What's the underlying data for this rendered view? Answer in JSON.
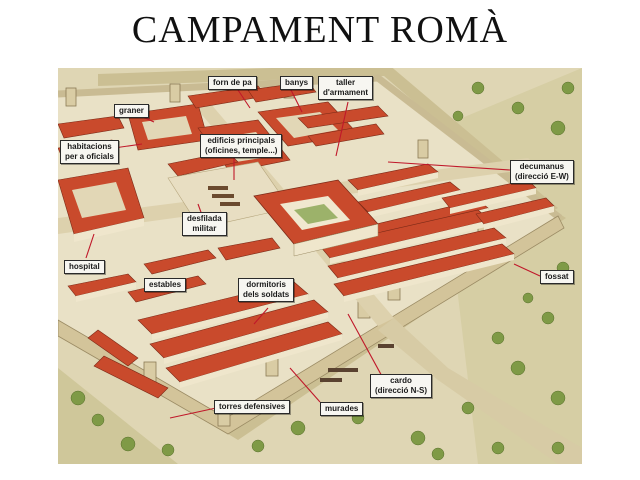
{
  "title": "CAMPAMENT ROMÀ",
  "labels": {
    "forn": "forn de pa",
    "banys": "banys",
    "taller_1": "taller",
    "taller_2": "d'armament",
    "graner": "graner",
    "edificis_1": "edificis principals",
    "edificis_2": "(oficines, temple...)",
    "habitacions_1": "habitacions",
    "habitacions_2": "per a oficials",
    "decumanus_1": "decumanus",
    "decumanus_2": "(direcció E-W)",
    "desfilada_1": "desfilada",
    "desfilada_2": "militar",
    "hospital": "hospital",
    "estables": "estables",
    "dormitoris_1": "dormitoris",
    "dormitoris_2": "dels soldats",
    "fossat": "fossat",
    "cardo_1": "cardo",
    "cardo_2": "(direcció N-S)",
    "torres": "torres defensives",
    "murades": "murades"
  },
  "colors": {
    "leader_line": "#c0182a",
    "roof": "#c94a2c",
    "roof_dark": "#a8381f",
    "wall": "#e9dfc6",
    "ground": "#e6dcbf",
    "grass": "#d8d09a",
    "tree": "#7f9a46"
  }
}
